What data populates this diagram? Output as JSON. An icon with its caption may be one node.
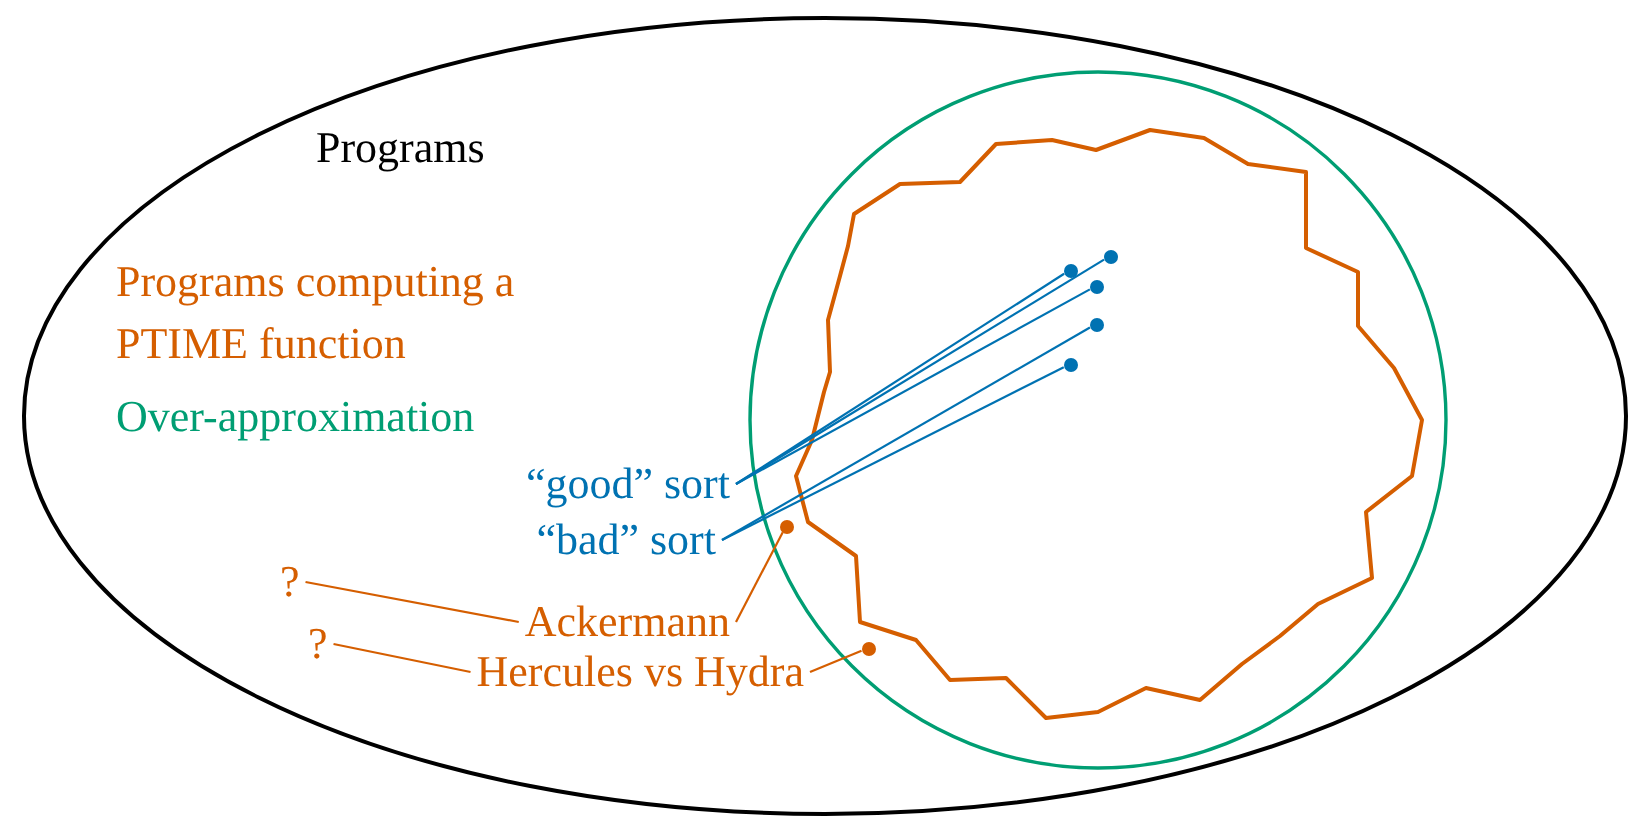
{
  "diagram": {
    "nodes": [
      {
        "text": [
          "Programs"
        ]
      },
      {
        "text": [],
        "shape": "circle",
        "in": 0
      },
      {
        "text": [],
        "shape": "cloud",
        "in": 1
      },
      {
        "text": [],
        "shape": "circle",
        "in": 2
      },
      {
        "text": [],
        "shape": "circle",
        "in": 2
      },
      {
        "text": [],
        "shape": "circle",
        "in": 2
      },
      {
        "text": [],
        "shape": "circle",
        "in": 2
      },
      {
        "text": [],
        "shape": "circle",
        "in": 2
      },
      {
        "text": [],
        "shape": "circle",
        "in": 1
      },
      {
        "text": [],
        "shape": "circle",
        "in": 1
      },
      {
        "text": [
          "“good” sort"
        ],
        "in": 0
      },
      {
        "text": [
          "“bad” sort"
        ],
        "in": 0
      },
      {
        "text": [
          "Ackermann"
        ],
        "in": 0
      },
      {
        "text": [
          "Hercules vs Hydra"
        ],
        "in": 0
      },
      {
        "text": [
          "?"
        ],
        "in": 0
      },
      {
        "text": [
          "?"
        ],
        "in": 0
      }
    ],
    "labels": [
      "Programs computing a PTIME function",
      "Over-approximation"
    ],
    "edges": [
      {
        "from": 10,
        "to": 3,
        "arrow": "none"
      },
      {
        "from": 10,
        "to": 4,
        "arrow": "none"
      },
      {
        "from": 10,
        "to": 5,
        "arrow": "none"
      },
      {
        "from": 11,
        "to": 6,
        "arrow": "none"
      },
      {
        "from": 11,
        "to": 7,
        "arrow": "none"
      },
      {
        "from": 12,
        "to": 8,
        "arrow": "none",
        "color": "#d55e00"
      },
      {
        "from": 13,
        "to": 9,
        "arrow": "none",
        "color": "#d55e00"
      },
      {
        "from": 14,
        "to": 12,
        "arrow": "none",
        "color": "#d55e00"
      },
      {
        "from": 15,
        "to": 13,
        "arrow": "none",
        "color": "#d55e00"
      }
    ]
  }
}
